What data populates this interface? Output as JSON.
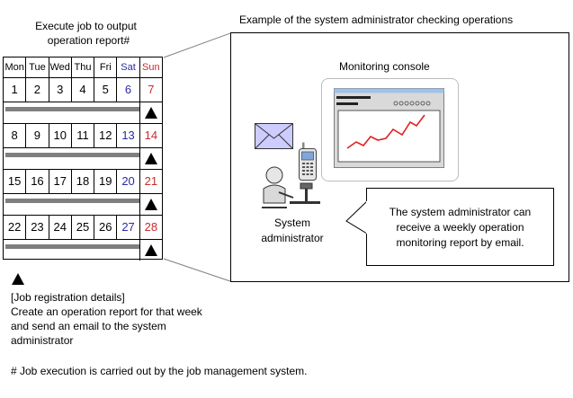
{
  "calendar": {
    "title_line1": "Execute job to output",
    "title_line2": "operation report#",
    "days": [
      "Mon",
      "Tue",
      "Wed",
      "Thu",
      "Fri",
      "Sat",
      "Sun"
    ],
    "weeks": [
      [
        "1",
        "2",
        "3",
        "4",
        "5",
        "6",
        "7"
      ],
      [
        "8",
        "9",
        "10",
        "11",
        "12",
        "13",
        "14"
      ],
      [
        "15",
        "16",
        "17",
        "18",
        "19",
        "20",
        "21"
      ],
      [
        "22",
        "23",
        "24",
        "25",
        "26",
        "27",
        "28"
      ]
    ],
    "saturday_color": "#2a2aa8",
    "sunday_color": "#cc2a2a",
    "bar_color": "#7f7f7f"
  },
  "example": {
    "title": "Example of the system administrator checking operations",
    "console_label": "Monitoring console",
    "admin_label_line1": "System",
    "admin_label_line2": "administrator",
    "callout_line1": "The system administrator can",
    "callout_line2": "receive a weekly operation",
    "callout_line3": "monitoring report by email."
  },
  "details": {
    "heading": "[Job registration details]",
    "line1": "Create an operation report for that week",
    "line2": "and send an email to the system",
    "line3": "administrator"
  },
  "footnote": "# Job execution is carried out by the job management system.",
  "colors": {
    "envelope": "#ccccff",
    "graph_line": "#e02020",
    "console_titlebar": "#9ec3e6",
    "console_body": "#d9d9d9"
  }
}
